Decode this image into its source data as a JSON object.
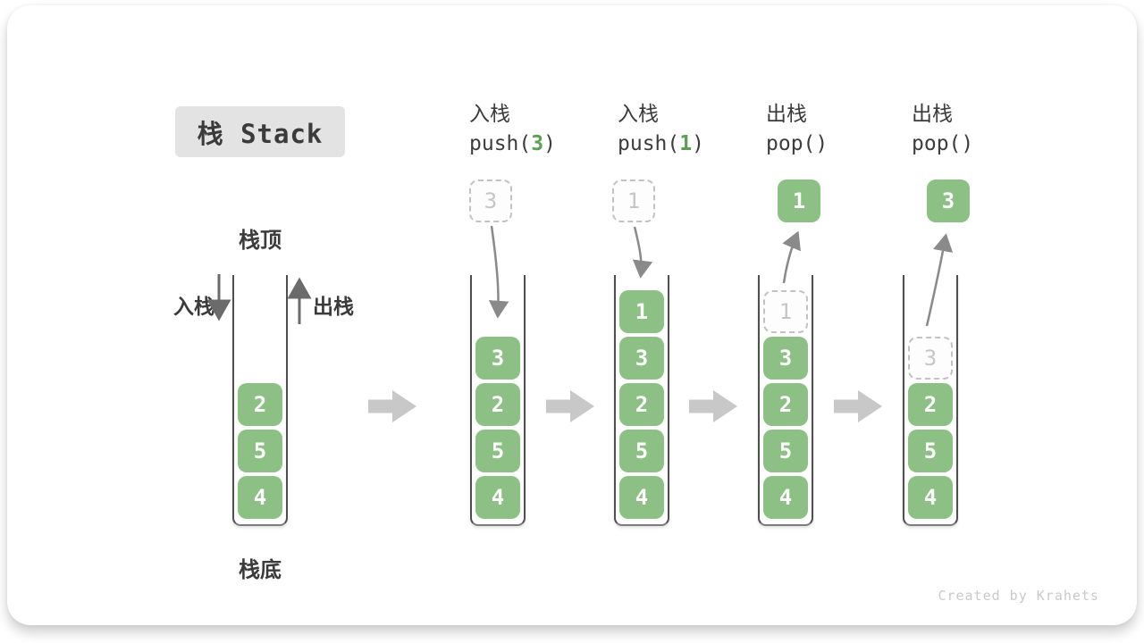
{
  "page": {
    "title_badge": "栈 Stack",
    "watermark": "Created by Krahets"
  },
  "labels": {
    "stack_top": "栈顶",
    "stack_bottom": "栈底",
    "push_side": "入栈",
    "pop_side": "出栈"
  },
  "colors": {
    "box_green": "#8cc084",
    "accent_green": "#5ba053",
    "ghost_border": "#c2c2c2",
    "ghost_text": "#c6c6c6",
    "container_border": "#4f4f4f",
    "curve_arrow": "#8a8a8a",
    "side_arrow": "#6b6b6b",
    "transition_arrow": "#c8c8c8",
    "badge_bg": "#e3e3e3",
    "text_dark": "#3b3b3b"
  },
  "columns": [
    {
      "name": "initial-stack",
      "op": null,
      "floating": null,
      "cells": [
        {
          "value": "2",
          "state": "filled"
        },
        {
          "value": "5",
          "state": "filled"
        },
        {
          "value": "4",
          "state": "filled"
        }
      ]
    },
    {
      "name": "push-3",
      "op": {
        "action": "入栈",
        "call_prefix": "push(",
        "arg": "3",
        "call_suffix": ")"
      },
      "floating": {
        "value": "3",
        "state": "ghost"
      },
      "cells": [
        {
          "value": "3",
          "state": "filled"
        },
        {
          "value": "2",
          "state": "filled"
        },
        {
          "value": "5",
          "state": "filled"
        },
        {
          "value": "4",
          "state": "filled"
        }
      ]
    },
    {
      "name": "push-1",
      "op": {
        "action": "入栈",
        "call_prefix": "push(",
        "arg": "1",
        "call_suffix": ")"
      },
      "floating": {
        "value": "1",
        "state": "ghost"
      },
      "cells": [
        {
          "value": "1",
          "state": "filled"
        },
        {
          "value": "3",
          "state": "filled"
        },
        {
          "value": "2",
          "state": "filled"
        },
        {
          "value": "5",
          "state": "filled"
        },
        {
          "value": "4",
          "state": "filled"
        }
      ]
    },
    {
      "name": "pop-1",
      "op": {
        "action": "出栈",
        "call_prefix": "pop(",
        "arg": "",
        "call_suffix": ")"
      },
      "floating": {
        "value": "1",
        "state": "filled"
      },
      "cells": [
        {
          "value": "1",
          "state": "ghost"
        },
        {
          "value": "3",
          "state": "filled"
        },
        {
          "value": "2",
          "state": "filled"
        },
        {
          "value": "5",
          "state": "filled"
        },
        {
          "value": "4",
          "state": "filled"
        }
      ]
    },
    {
      "name": "pop-3",
      "op": {
        "action": "出栈",
        "call_prefix": "pop(",
        "arg": "",
        "call_suffix": ")"
      },
      "floating": {
        "value": "3",
        "state": "filled"
      },
      "cells": [
        {
          "value": "3",
          "state": "ghost"
        },
        {
          "value": "2",
          "state": "filled"
        },
        {
          "value": "5",
          "state": "filled"
        },
        {
          "value": "4",
          "state": "filled"
        }
      ]
    }
  ]
}
